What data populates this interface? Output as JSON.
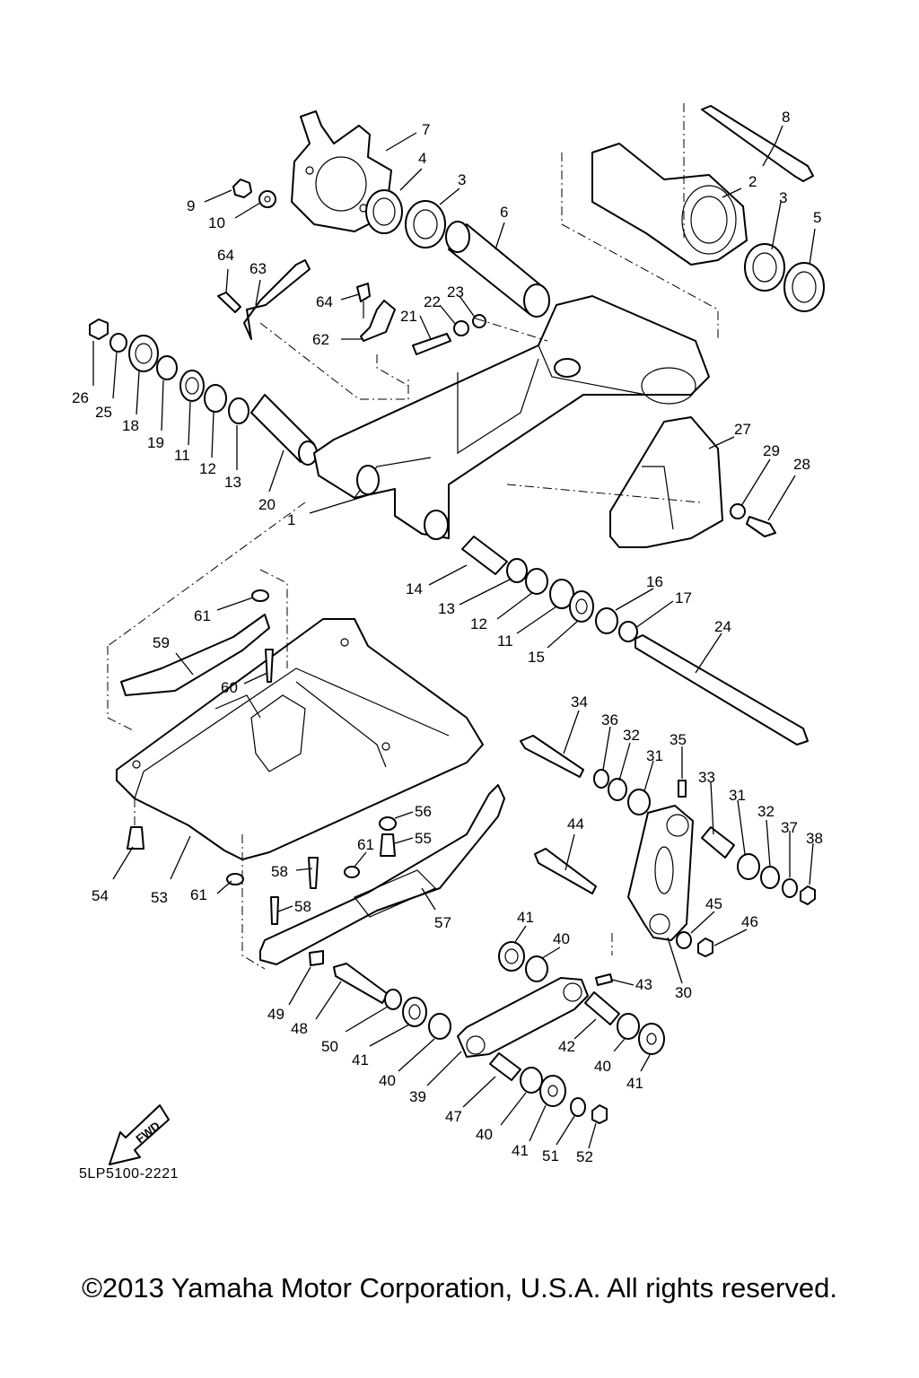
{
  "diagram": {
    "code": "5LP5100-2221",
    "fwd_label": "FWD",
    "copyright": "©2013 Yamaha Motor Corporation, U.S.A. All rights reserved.",
    "callouts": [
      {
        "id": "c8",
        "text": "8"
      },
      {
        "id": "c7",
        "text": "7"
      },
      {
        "id": "c4",
        "text": "4"
      },
      {
        "id": "c3a",
        "text": "3"
      },
      {
        "id": "c2",
        "text": "2"
      },
      {
        "id": "c3b",
        "text": "3"
      },
      {
        "id": "c5",
        "text": "5"
      },
      {
        "id": "c9",
        "text": "9"
      },
      {
        "id": "c10",
        "text": "10"
      },
      {
        "id": "c6",
        "text": "6"
      },
      {
        "id": "c64a",
        "text": "64"
      },
      {
        "id": "c63",
        "text": "63"
      },
      {
        "id": "c64b",
        "text": "64"
      },
      {
        "id": "c23",
        "text": "23"
      },
      {
        "id": "c22",
        "text": "22"
      },
      {
        "id": "c21",
        "text": "21"
      },
      {
        "id": "c62",
        "text": "62"
      },
      {
        "id": "c26",
        "text": "26"
      },
      {
        "id": "c25",
        "text": "25"
      },
      {
        "id": "c18",
        "text": "18"
      },
      {
        "id": "c19",
        "text": "19"
      },
      {
        "id": "c11a",
        "text": "11"
      },
      {
        "id": "c12a",
        "text": "12"
      },
      {
        "id": "c13a",
        "text": "13"
      },
      {
        "id": "c20",
        "text": "20"
      },
      {
        "id": "c1",
        "text": "1"
      },
      {
        "id": "c27",
        "text": "27"
      },
      {
        "id": "c29",
        "text": "29"
      },
      {
        "id": "c28",
        "text": "28"
      },
      {
        "id": "c14",
        "text": "14"
      },
      {
        "id": "c13b",
        "text": "13"
      },
      {
        "id": "c12b",
        "text": "12"
      },
      {
        "id": "c11b",
        "text": "11"
      },
      {
        "id": "c15",
        "text": "15"
      },
      {
        "id": "c16",
        "text": "16"
      },
      {
        "id": "c17",
        "text": "17"
      },
      {
        "id": "c24",
        "text": "24"
      },
      {
        "id": "c61a",
        "text": "61"
      },
      {
        "id": "c59",
        "text": "59"
      },
      {
        "id": "c60",
        "text": "60"
      },
      {
        "id": "c34",
        "text": "34"
      },
      {
        "id": "c36",
        "text": "36"
      },
      {
        "id": "c32a",
        "text": "32"
      },
      {
        "id": "c35",
        "text": "35"
      },
      {
        "id": "c31a",
        "text": "31"
      },
      {
        "id": "c33",
        "text": "33"
      },
      {
        "id": "c31b",
        "text": "31"
      },
      {
        "id": "c32b",
        "text": "32"
      },
      {
        "id": "c37",
        "text": "37"
      },
      {
        "id": "c38",
        "text": "38"
      },
      {
        "id": "c56",
        "text": "56"
      },
      {
        "id": "c55",
        "text": "55"
      },
      {
        "id": "c61b",
        "text": "61"
      },
      {
        "id": "c58a",
        "text": "58"
      },
      {
        "id": "c58b",
        "text": "58"
      },
      {
        "id": "c44",
        "text": "44"
      },
      {
        "id": "c54",
        "text": "54"
      },
      {
        "id": "c53",
        "text": "53"
      },
      {
        "id": "c61c",
        "text": "61"
      },
      {
        "id": "c57",
        "text": "57"
      },
      {
        "id": "c45",
        "text": "45"
      },
      {
        "id": "c46",
        "text": "46"
      },
      {
        "id": "c41a",
        "text": "41"
      },
      {
        "id": "c40a",
        "text": "40"
      },
      {
        "id": "c43",
        "text": "43"
      },
      {
        "id": "c30",
        "text": "30"
      },
      {
        "id": "c49",
        "text": "49"
      },
      {
        "id": "c48",
        "text": "48"
      },
      {
        "id": "c50",
        "text": "50"
      },
      {
        "id": "c41b",
        "text": "41"
      },
      {
        "id": "c40b",
        "text": "40"
      },
      {
        "id": "c39",
        "text": "39"
      },
      {
        "id": "c42",
        "text": "42"
      },
      {
        "id": "c40c",
        "text": "40"
      },
      {
        "id": "c41c",
        "text": "41"
      },
      {
        "id": "c47",
        "text": "47"
      },
      {
        "id": "c40d",
        "text": "40"
      },
      {
        "id": "c41d",
        "text": "41"
      },
      {
        "id": "c51",
        "text": "51"
      },
      {
        "id": "c52",
        "text": "52"
      }
    ]
  }
}
